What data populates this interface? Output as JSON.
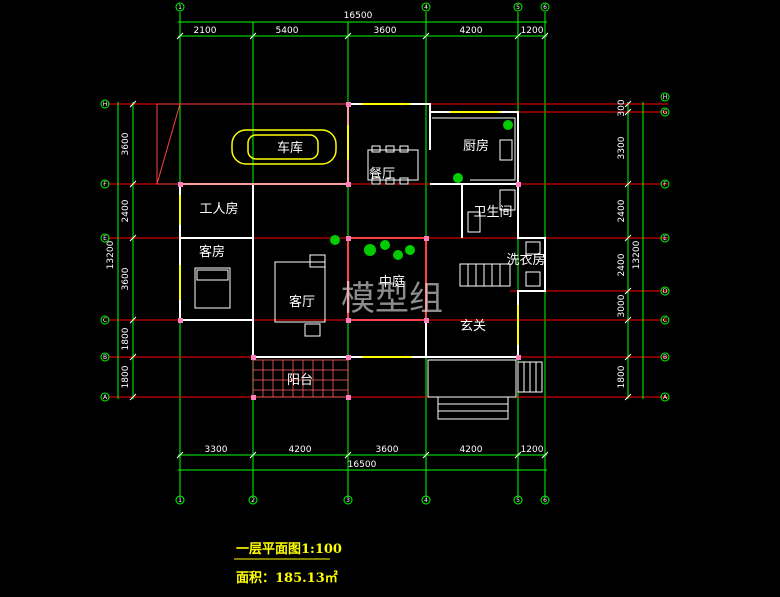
{
  "top_dims": [
    "2100",
    "5400",
    "3600",
    "4200",
    "1200"
  ],
  "top_total": "16500",
  "bottom_dims": [
    "3300",
    "4200",
    "3600",
    "4200",
    "1200"
  ],
  "bottom_total": "16500",
  "left_dims": [
    "3600",
    "2400",
    "3600",
    "1800",
    "1800"
  ],
  "left_total": "13200",
  "right_dims": [
    "300",
    "3300",
    "2400",
    "2400",
    "3000",
    "1800"
  ],
  "right_total": "13200",
  "col_axes": [
    "1",
    "2",
    "3",
    "4",
    "5",
    "6"
  ],
  "row_axes_left": [
    "H",
    "F",
    "E",
    "C",
    "B",
    "A"
  ],
  "row_axes_right": [
    "H",
    "G",
    "F",
    "E",
    "D",
    "C",
    "B",
    "A"
  ],
  "rooms": {
    "garage": "车库",
    "dining": "餐厅",
    "kitchen": "厨房",
    "worker": "工人房",
    "bathroom": "卫生间",
    "guest": "客房",
    "laundry": "洗衣房",
    "living": "客厅",
    "courtyard": "中庭",
    "foyer": "玄关",
    "balcony": "阳台"
  },
  "watermark": "模型组",
  "caption_title": "一层平面图1:100",
  "caption_area": "面积：185.13㎡"
}
